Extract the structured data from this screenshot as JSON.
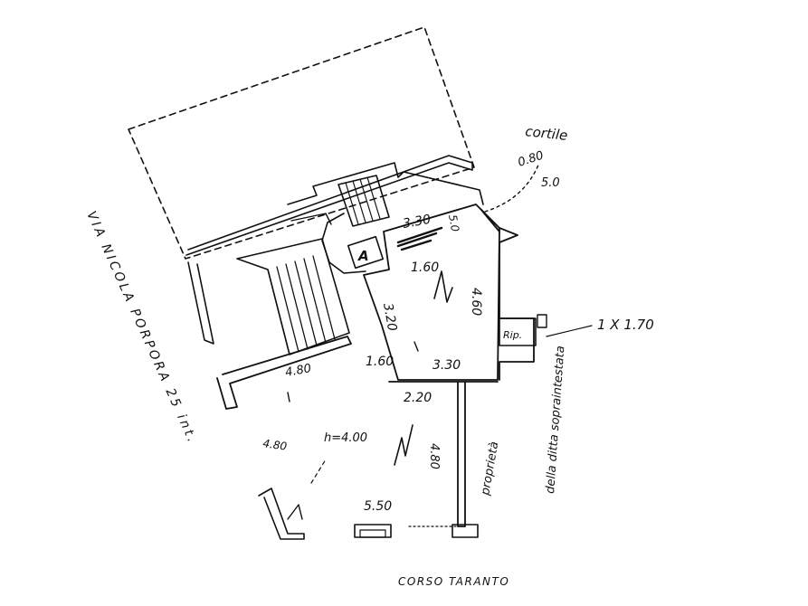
{
  "street_left": "VIA NICOLA PORPORA 25 int.",
  "street_bottom": "CORSO TARANTO",
  "courtyard": "cortile",
  "stair_mark": "A",
  "storage_label": "Rip.",
  "third_party": "proprietà",
  "right_note": "della ditta sopraintestata",
  "height_note": "h=4.00",
  "dimensions": {
    "d_upper_court": "0.80",
    "d_court_side": "5.0",
    "d_room_top": "3.30",
    "d_room_top_b": "5.0",
    "d_room_center": "1.60",
    "d_room_right": "4.60",
    "d_room_left": "3.20",
    "d_diag_left": "1.60",
    "d_bottom_room": "3.30",
    "d_shop_top": "2.20",
    "d_shop_left": "4.80",
    "d_shop_far_left": "4.80",
    "d_shop_center": "4.80",
    "d_shop_bottom": "5.50",
    "d_store": "1 X 1.70"
  }
}
